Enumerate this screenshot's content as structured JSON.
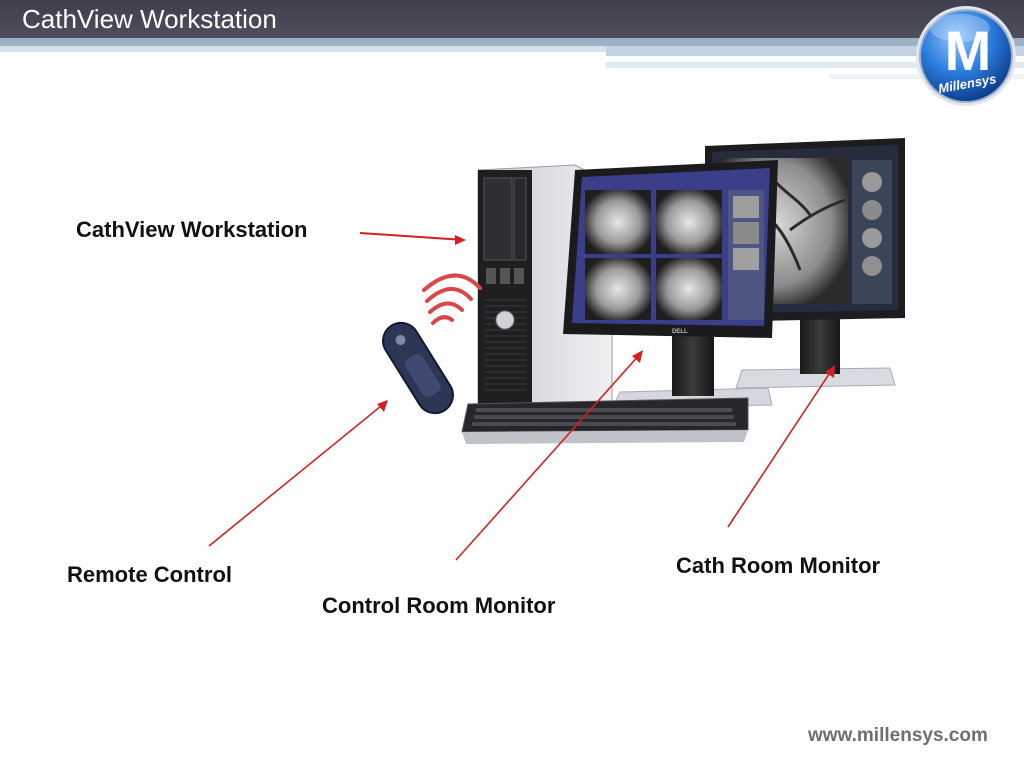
{
  "header": {
    "title": "CathView Workstation"
  },
  "labels": {
    "workstation": "CathView Workstation",
    "remote_control": "Remote Control",
    "control_room_monitor": "Control Room Monitor",
    "cath_room_monitor": "Cath Room Monitor"
  },
  "logo": {
    "letter": "M",
    "brand": "Millensys"
  },
  "footer": {
    "url": "www.millensys.com"
  },
  "monitor_branding": "DELL",
  "colors": {
    "header_bar": "#45454f",
    "arrow": "#d42020",
    "logo_blue": "#1f6fcf",
    "label_text": "#111111"
  }
}
